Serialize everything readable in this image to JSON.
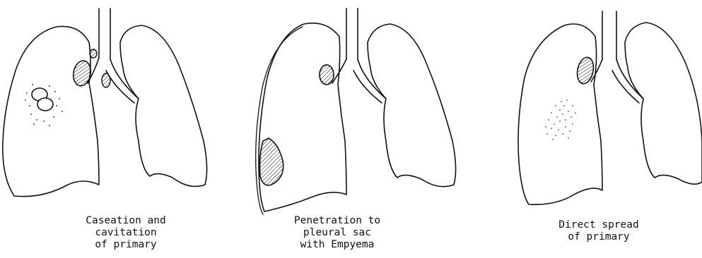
{
  "panels": [
    {
      "id": "caseation",
      "caption": [
        "Caseation and",
        "cavitation",
        "of primary"
      ]
    },
    {
      "id": "penetration",
      "caption": [
        "Penetration to",
        "pleural sac",
        "with Empyema"
      ]
    },
    {
      "id": "direct-spread",
      "caption": [
        "Direct spread",
        "of primary"
      ]
    }
  ],
  "colors": {
    "ink": "#111111",
    "background": "#ffffff"
  }
}
